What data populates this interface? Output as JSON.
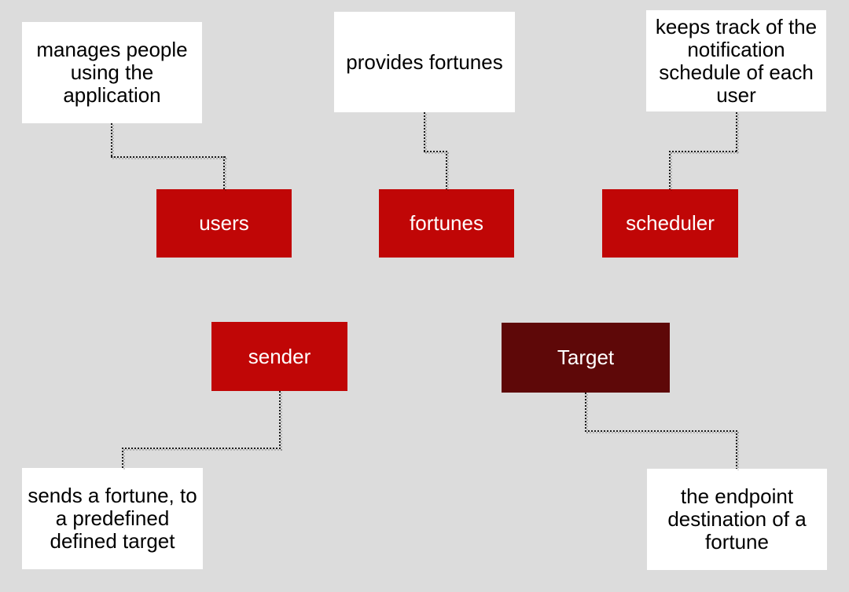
{
  "palette": {
    "background": "#dcdcdc",
    "module_fill": "#c00606",
    "target_fill": "#5e0808",
    "note_fill": "#ffffff",
    "note_text": "#000000",
    "module_text": "#ffffff",
    "connector_dot": "#1b1b1b"
  },
  "notes": {
    "users": {
      "text": "manages people\nusing the\napplication"
    },
    "fortunes": {
      "text": "provides fortunes"
    },
    "scheduler": {
      "text": "keeps track of the\nnotification\nschedule of each\nuser"
    },
    "sender": {
      "text": "sends a fortune, to\na predefined\ndefined target"
    },
    "target": {
      "text": "the endpoint\ndestination of a\nfortune"
    }
  },
  "modules": {
    "users": {
      "label": "users"
    },
    "fortunes": {
      "label": "fortunes"
    },
    "scheduler": {
      "label": "scheduler"
    },
    "sender": {
      "label": "sender"
    },
    "target": {
      "label": "Target"
    }
  }
}
